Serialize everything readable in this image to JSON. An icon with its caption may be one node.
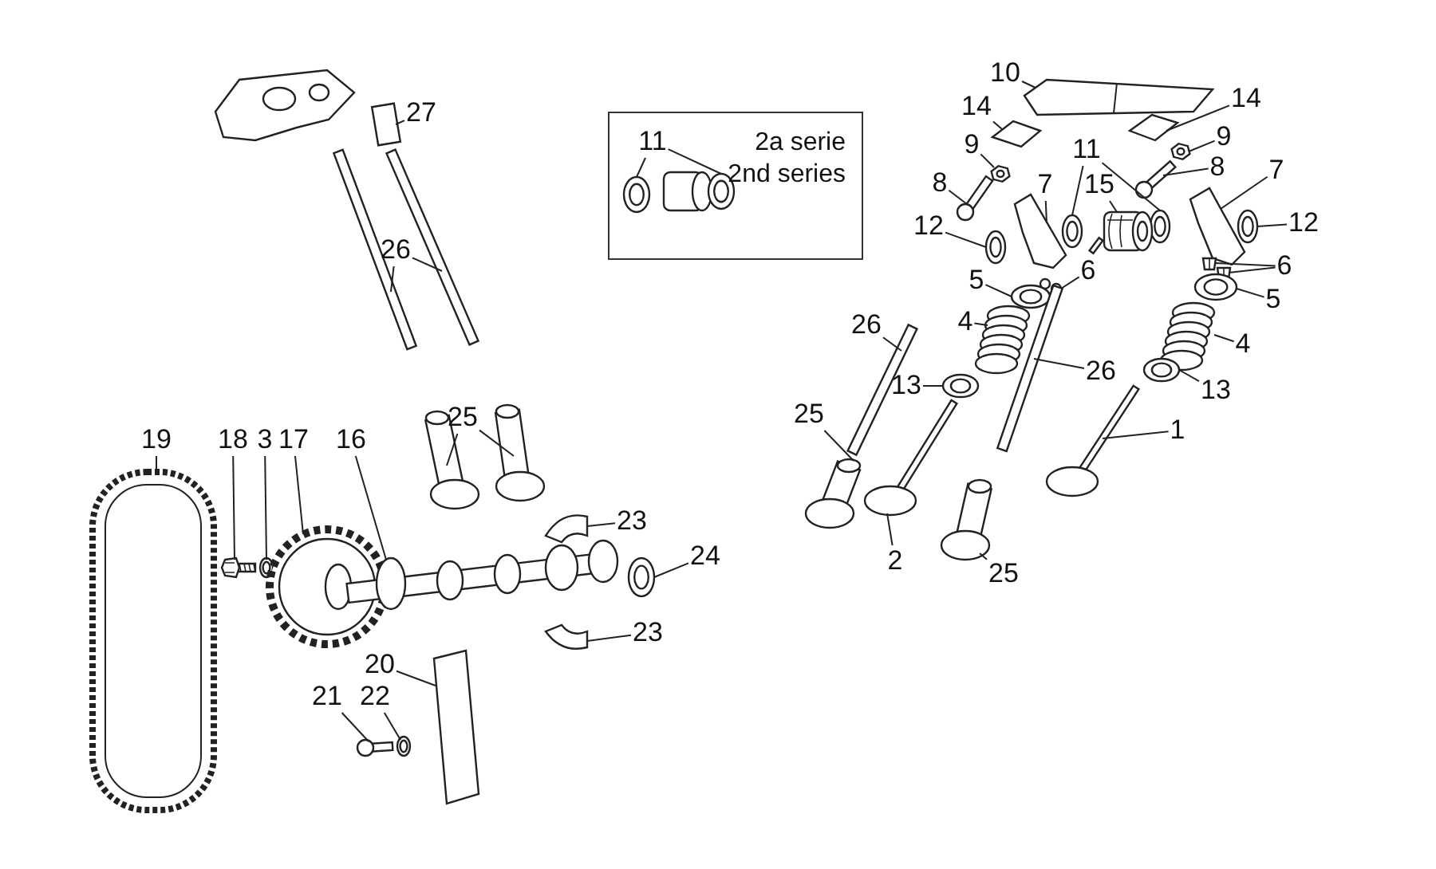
{
  "diagram": {
    "nodes": [
      {
        "text": [
          "2a serie",
          "2nd series"
        ]
      },
      {
        "text": [
          "11"
        ],
        "in": 0
      },
      {
        "text": [
          "10"
        ]
      },
      {
        "text": [
          "27"
        ]
      },
      {
        "text": [
          "14"
        ]
      },
      {
        "text": [
          "14"
        ]
      },
      {
        "text": [
          "9"
        ]
      },
      {
        "text": [
          "9"
        ]
      },
      {
        "text": [
          "8"
        ]
      },
      {
        "text": [
          "8"
        ]
      },
      {
        "text": [
          "7"
        ]
      },
      {
        "text": [
          "11"
        ]
      },
      {
        "text": [
          "15"
        ]
      },
      {
        "text": [
          "7"
        ]
      },
      {
        "text": [
          "12"
        ]
      },
      {
        "text": [
          "12"
        ]
      },
      {
        "text": [
          "6"
        ]
      },
      {
        "text": [
          "6"
        ]
      },
      {
        "text": [
          "5"
        ]
      },
      {
        "text": [
          "5"
        ]
      },
      {
        "text": [
          "26"
        ]
      },
      {
        "text": [
          "4"
        ]
      },
      {
        "text": [
          "4"
        ]
      },
      {
        "text": [
          "26"
        ]
      },
      {
        "text": [
          "26"
        ]
      },
      {
        "text": [
          "13"
        ]
      },
      {
        "text": [
          "13"
        ]
      },
      {
        "text": [
          "25"
        ]
      },
      {
        "text": [
          "1"
        ]
      },
      {
        "text": [
          "25"
        ]
      },
      {
        "text": [
          "19"
        ]
      },
      {
        "text": [
          "18"
        ]
      },
      {
        "text": [
          "3"
        ]
      },
      {
        "text": [
          "17"
        ]
      },
      {
        "text": [
          "16"
        ]
      },
      {
        "text": [
          "23"
        ]
      },
      {
        "text": [
          "24"
        ]
      },
      {
        "text": [
          "23"
        ]
      },
      {
        "text": [
          "20"
        ]
      },
      {
        "text": [
          "21"
        ]
      },
      {
        "text": [
          "22"
        ]
      },
      {
        "text": [
          "2"
        ]
      },
      {
        "text": [
          "25"
        ]
      },
      {
        "text": [],
        "shape": "picture",
        "in": 0
      },
      {
        "text": [],
        "shape": "picture",
        "in": 0
      },
      {
        "text": [],
        "shape": "picture"
      },
      {
        "text": [],
        "shape": "picture"
      },
      {
        "text": [],
        "shape": "picture"
      },
      {
        "text": [],
        "shape": "picture"
      },
      {
        "text": [],
        "shape": "picture"
      },
      {
        "text": [],
        "shape": "picture"
      },
      {
        "text": [],
        "shape": "picture"
      },
      {
        "text": [],
        "shape": "picture"
      },
      {
        "text": [],
        "shape": "picture"
      },
      {
        "text": [],
        "shape": "picture"
      },
      {
        "text": [],
        "shape": "picture"
      },
      {
        "text": [],
        "shape": "picture"
      },
      {
        "text": [],
        "shape": "picture"
      },
      {
        "text": [],
        "shape": "picture"
      },
      {
        "text": [],
        "shape": "picture"
      },
      {
        "text": [],
        "shape": "picture"
      },
      {
        "text": [],
        "shape": "picture"
      },
      {
        "text": [],
        "shape": "picture"
      },
      {
        "text": [],
        "shape": "picture"
      },
      {
        "text": [],
        "shape": "picture"
      },
      {
        "text": [],
        "shape": "picture"
      },
      {
        "text": [],
        "shape": "picture"
      },
      {
        "text": [],
        "shape": "picture"
      },
      {
        "text": [],
        "shape": "picture"
      },
      {
        "text": [],
        "shape": "picture"
      },
      {
        "text": [],
        "shape": "picture"
      },
      {
        "text": [],
        "shape": "picture"
      },
      {
        "text": [],
        "shape": "picture"
      },
      {
        "text": [],
        "shape": "picture"
      },
      {
        "text": [],
        "shape": "picture"
      },
      {
        "text": [],
        "shape": "picture"
      },
      {
        "text": [],
        "shape": "picture"
      },
      {
        "text": [],
        "shape": "picture"
      },
      {
        "text": [],
        "shape": "picture"
      },
      {
        "text": [],
        "shape": "picture"
      },
      {
        "text": [],
        "shape": "picture"
      },
      {
        "text": [],
        "shape": "picture"
      },
      {
        "text": [],
        "shape": "picture"
      },
      {
        "text": [],
        "shape": "picture"
      },
      {
        "text": [],
        "shape": "picture"
      },
      {
        "text": [],
        "shape": "picture"
      },
      {
        "text": [],
        "shape": "picture"
      },
      {
        "text": [],
        "shape": "picture"
      },
      {
        "text": [],
        "shape": "picture"
      },
      {
        "text": [],
        "shape": "picture"
      }
    ],
    "edges": [
      {
        "from": 1,
        "to": 43,
        "arrow": "none"
      },
      {
        "from": 1,
        "to": 44,
        "arrow": "none"
      },
      {
        "from": 2,
        "to": 45,
        "arrow": "none"
      },
      {
        "from": 3,
        "to": 46,
        "arrow": "none"
      },
      {
        "from": 4,
        "to": 47,
        "arrow": "none"
      },
      {
        "from": 5,
        "to": 48,
        "arrow": "none"
      },
      {
        "from": 6,
        "to": 49,
        "arrow": "none"
      },
      {
        "from": 7,
        "to": 50,
        "arrow": "none"
      },
      {
        "from": 8,
        "to": 51,
        "arrow": "none"
      },
      {
        "from": 9,
        "to": 52,
        "arrow": "none"
      },
      {
        "from": 10,
        "to": 53,
        "arrow": "none"
      },
      {
        "from": 11,
        "to": 54,
        "arrow": "none"
      },
      {
        "from": 11,
        "to": 55,
        "arrow": "none"
      },
      {
        "from": 12,
        "to": 56,
        "arrow": "none"
      },
      {
        "from": 13,
        "to": 57,
        "arrow": "none"
      },
      {
        "from": 14,
        "to": 58,
        "arrow": "none"
      },
      {
        "from": 15,
        "to": 59,
        "arrow": "none"
      },
      {
        "from": 16,
        "to": 60,
        "arrow": "none"
      },
      {
        "from": 17,
        "to": 61,
        "arrow": "none"
      },
      {
        "from": 17,
        "to": 62,
        "arrow": "none"
      },
      {
        "from": 18,
        "to": 63,
        "arrow": "none"
      },
      {
        "from": 19,
        "to": 64,
        "arrow": "none"
      },
      {
        "from": 20,
        "to": 65,
        "arrow": "none"
      },
      {
        "from": 21,
        "to": 66,
        "arrow": "none"
      },
      {
        "from": 22,
        "to": 67,
        "arrow": "none"
      },
      {
        "from": 23,
        "to": 68,
        "arrow": "none"
      },
      {
        "from": 24,
        "to": 69,
        "arrow": "none"
      },
      {
        "from": 24,
        "to": 70,
        "arrow": "none"
      },
      {
        "from": 25,
        "to": 71,
        "arrow": "none"
      },
      {
        "from": 26,
        "to": 72,
        "arrow": "none"
      },
      {
        "from": 27,
        "to": 73,
        "arrow": "none"
      },
      {
        "from": 28,
        "to": 74,
        "arrow": "none"
      },
      {
        "from": 29,
        "to": 75,
        "arrow": "none"
      },
      {
        "from": 29,
        "to": 76,
        "arrow": "none"
      },
      {
        "from": 30,
        "to": 77,
        "arrow": "none"
      },
      {
        "from": 31,
        "to": 78,
        "arrow": "none"
      },
      {
        "from": 32,
        "to": 79,
        "arrow": "none"
      },
      {
        "from": 33,
        "to": 80,
        "arrow": "none"
      },
      {
        "from": 34,
        "to": 81,
        "arrow": "none"
      },
      {
        "from": 35,
        "to": 82,
        "arrow": "none"
      },
      {
        "from": 36,
        "to": 83,
        "arrow": "none"
      },
      {
        "from": 37,
        "to": 84,
        "arrow": "none"
      },
      {
        "from": 38,
        "to": 85,
        "arrow": "none"
      },
      {
        "from": 39,
        "to": 86,
        "arrow": "none"
      },
      {
        "from": 40,
        "to": 87,
        "arrow": "none"
      },
      {
        "from": 41,
        "to": 88,
        "arrow": "none"
      },
      {
        "from": 42,
        "to": 89,
        "arrow": "none"
      }
    ]
  }
}
